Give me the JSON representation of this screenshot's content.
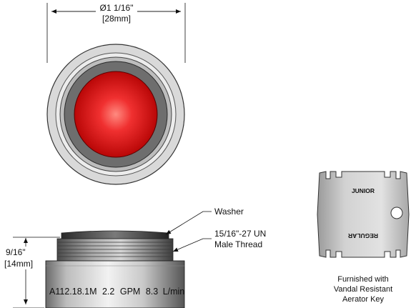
{
  "dimensions": {
    "diameter_imperial": "Ø1 1/16\"",
    "diameter_metric": "28mm",
    "height_imperial": "9/16\"",
    "height_metric": "14mm"
  },
  "callouts": {
    "washer": "Washer",
    "thread_line1": "15/16\"-27 UN",
    "thread_line2": "Male Thread"
  },
  "side_marking": {
    "part_number": "A112.18.1M",
    "gpm": "2.2",
    "gpm_unit": "GPM",
    "lpm": "8.3",
    "lpm_unit": "L/min"
  },
  "key": {
    "top_label": "JUNIOR",
    "bottom_label": "REGULAR",
    "caption_line1": "Furnished with",
    "caption_line2": "Vandal Resistant",
    "caption_line3": "Aerator Key"
  },
  "colors": {
    "center_red": "#e01010",
    "ring_dark": "#6e6e6e",
    "ring_light": "#d8d8d8"
  }
}
